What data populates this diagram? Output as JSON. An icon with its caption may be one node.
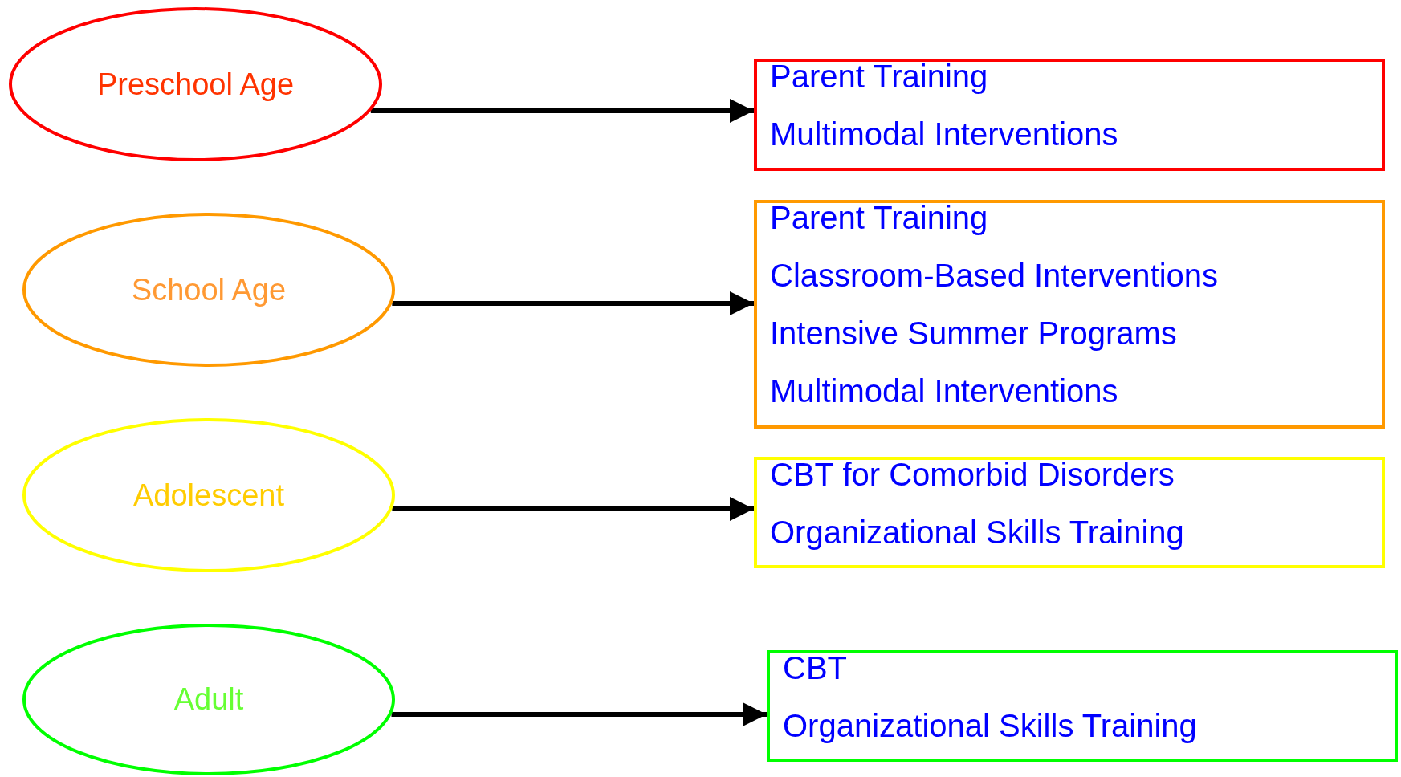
{
  "diagram": {
    "nodes": [
      {
        "text": [
          "Preschool Age"
        ]
      },
      {
        "text": [
          "Parent Training",
          "Multimodal Interventions"
        ]
      },
      {
        "text": [
          "School Age"
        ]
      },
      {
        "text": [
          "Parent Training",
          "Classroom-Based Interventions",
          "Intensive Summer Programs",
          "Multimodal Interventions"
        ]
      },
      {
        "text": [
          "Adolescent"
        ]
      },
      {
        "text": [
          "CBT for Comorbid Disorders",
          "Organizational Skills Training"
        ]
      },
      {
        "text": [
          "Adult"
        ]
      },
      {
        "text": [
          "CBT",
          "Organizational Skills Training"
        ]
      }
    ],
    "edges": [
      {
        "from": 0,
        "to": 1,
        "arrow": "to"
      },
      {
        "from": 2,
        "to": 3,
        "arrow": "to"
      },
      {
        "from": 4,
        "to": 5,
        "arrow": "to"
      },
      {
        "from": 6,
        "to": 7,
        "arrow": "to"
      }
    ]
  }
}
